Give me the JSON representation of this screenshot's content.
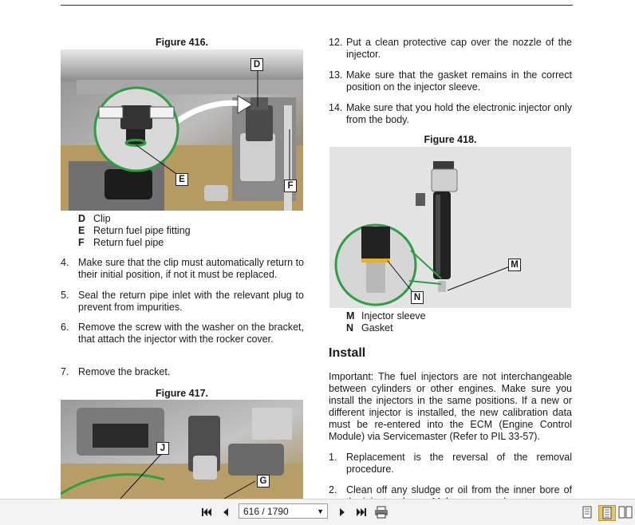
{
  "left_column": {
    "figure416": {
      "title": "Figure 416.",
      "callouts": {
        "d": "D",
        "e": "E",
        "f": "F"
      },
      "legend": [
        {
          "key": "D",
          "text": "Clip"
        },
        {
          "key": "E",
          "text": "Return fuel pipe fitting"
        },
        {
          "key": "F",
          "text": "Return fuel pipe"
        }
      ]
    },
    "steps": [
      {
        "num": "4.",
        "text": "Make sure that the clip must automatically return to their initial position, if not it must be replaced."
      },
      {
        "num": "5.",
        "text": "Seal the return pipe inlet with the relevant plug to prevent from impurities."
      },
      {
        "num": "6.",
        "text": "Remove the screw with the washer on the bracket, that attach the injector with the rocker cover."
      },
      {
        "num": "7.",
        "text": "Remove the bracket."
      }
    ],
    "figure417": {
      "title": "Figure 417.",
      "callouts": {
        "j": "J",
        "g": "G"
      }
    }
  },
  "right_column": {
    "steps": [
      {
        "num": "12.",
        "text": "Put a clean protective cap over the nozzle of the injector."
      },
      {
        "num": "13.",
        "text": "Make sure that the gasket remains in the correct position on the injector sleeve."
      },
      {
        "num": "14.",
        "text": "Make sure that you hold the electronic injector only from the body."
      }
    ],
    "figure418": {
      "title": "Figure 418.",
      "callouts": {
        "m": "M",
        "n": "N"
      },
      "legend": [
        {
          "key": "M",
          "text": "Injector sleeve"
        },
        {
          "key": "N",
          "text": "Gasket"
        }
      ]
    },
    "install": {
      "heading": "Install",
      "important": "Important: The fuel injectors are not interchangeable between cylinders or other engines. Make sure you install the injectors in the same positions. If a new or different injector is installed, the new calibration data must be re-entered into the ECM (Engine Control Module) via Servicemaster (Refer to PIL 33-57).",
      "steps": [
        {
          "num": "1.",
          "text": "Replacement is the reversal of the removal procedure."
        },
        {
          "num": "2.",
          "text": "Clean off any sludge or oil from the inner bore of the injector sleeve. Make sure you do not"
        }
      ]
    }
  },
  "toolbar": {
    "page_value": "616 / 1790",
    "icons": [
      "first-page-icon",
      "prev-page-icon",
      "next-page-icon",
      "last-page-icon",
      "print-icon",
      "single-page-icon",
      "continuous-page-icon",
      "two-page-icon"
    ]
  },
  "colors": {
    "accent_green": "#2e9e44",
    "toolbar_bg": "#f3f3f3"
  }
}
